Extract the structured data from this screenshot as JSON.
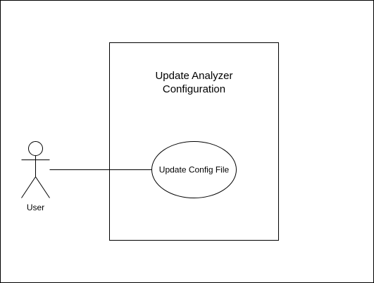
{
  "diagram": {
    "system_boundary": {
      "title_line1": "Update Analyzer",
      "title_line2": "Configuration"
    },
    "actor": {
      "label": "User"
    },
    "use_case": {
      "label": "Update Config File"
    },
    "colors": {
      "stroke": "#000000",
      "fill": "#ffffff",
      "background": "#ffffff"
    }
  }
}
